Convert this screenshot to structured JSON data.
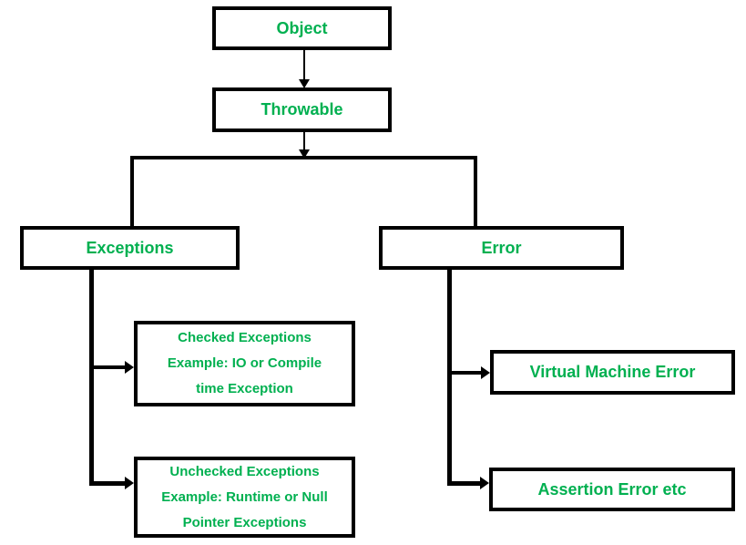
{
  "diagram": {
    "type": "flowchart",
    "accent_color": "#00b050",
    "line_color": "#000000",
    "background_color": "#ffffff",
    "nodes": {
      "object": {
        "label": "Object"
      },
      "throwable": {
        "label": "Throwable"
      },
      "exceptions": {
        "label": "Exceptions"
      },
      "error": {
        "label": "Error"
      },
      "checked_exceptions": {
        "lines": [
          "Checked Exceptions",
          "Example: IO or Compile",
          "time Exception"
        ]
      },
      "unchecked_exceptions": {
        "lines": [
          "Unchecked Exceptions",
          "Example: Runtime or Null",
          "Pointer Exceptions"
        ]
      },
      "virtual_machine_error": {
        "label": "Virtual Machine Error"
      },
      "assertion_error": {
        "label": "Assertion Error etc"
      }
    },
    "edges": [
      {
        "from": "object",
        "to": "throwable"
      },
      {
        "from": "throwable",
        "to": "exceptions"
      },
      {
        "from": "throwable",
        "to": "error"
      },
      {
        "from": "exceptions",
        "to": "checked_exceptions"
      },
      {
        "from": "exceptions",
        "to": "unchecked_exceptions"
      },
      {
        "from": "error",
        "to": "virtual_machine_error"
      },
      {
        "from": "error",
        "to": "assertion_error"
      }
    ]
  }
}
